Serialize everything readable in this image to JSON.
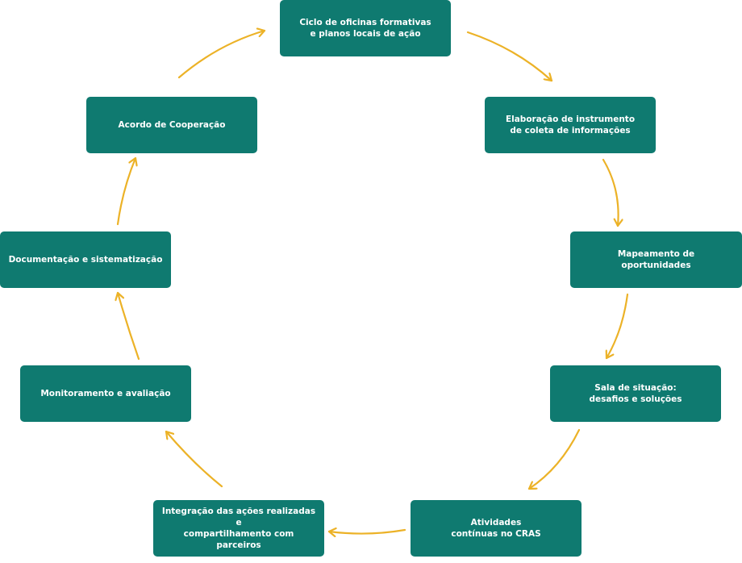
{
  "colors": {
    "node": "#0f7a70",
    "arrow": "#ecb227",
    "text": "#ffffff"
  },
  "nodes": [
    {
      "id": "n1",
      "label": "Ciclo de oficinas formativas\ne planos locais de ação"
    },
    {
      "id": "n2",
      "label": "Elaboração de instrumento\nde coleta de informações"
    },
    {
      "id": "n3",
      "label": "Mapeamento de\noportunidades"
    },
    {
      "id": "n4",
      "label": "Sala de situação:\ndesafios e soluções"
    },
    {
      "id": "n5",
      "label": "Atividades\ncontínuas no CRAS"
    },
    {
      "id": "n6",
      "label": "Integração das ações realizadas e\ncompartilhamento com parceiros"
    },
    {
      "id": "n7",
      "label": "Monitoramento e avaliação"
    },
    {
      "id": "n8",
      "label": "Documentação e sistematização"
    },
    {
      "id": "n9",
      "label": "Acordo de Cooperação"
    }
  ],
  "edges": [
    {
      "from": "n1",
      "to": "n2"
    },
    {
      "from": "n2",
      "to": "n3"
    },
    {
      "from": "n3",
      "to": "n4"
    },
    {
      "from": "n4",
      "to": "n5"
    },
    {
      "from": "n5",
      "to": "n6"
    },
    {
      "from": "n6",
      "to": "n7"
    },
    {
      "from": "n7",
      "to": "n8"
    },
    {
      "from": "n8",
      "to": "n9"
    },
    {
      "from": "n9",
      "to": "n1"
    }
  ]
}
